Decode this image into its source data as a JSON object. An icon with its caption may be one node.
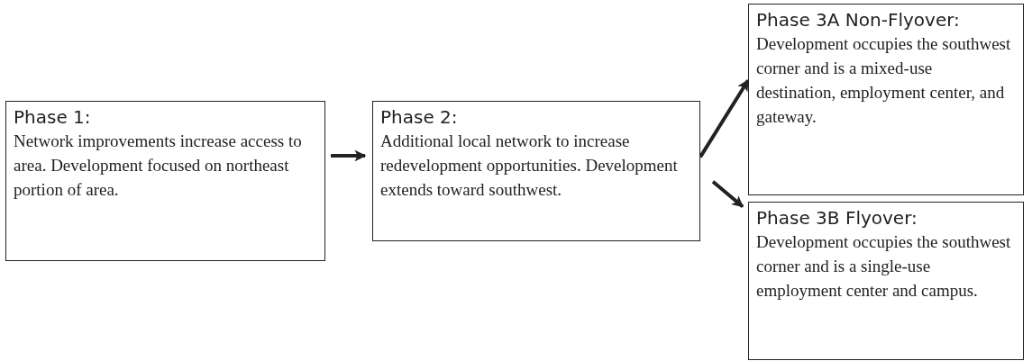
{
  "diagram": {
    "nodes": [
      {
        "text": [
          "Phase 1:",
          "Network improvements increase access to area. Development focused on northeast portion of area."
        ]
      },
      {
        "text": [
          "Phase 2:",
          "Additional local network to increase redevelopment opportunities.  Development extends toward southwest."
        ]
      },
      {
        "text": [
          "Phase 3A Non-Flyover:",
          "Development occupies the southwest corner and is a mixed-use destination, employment center, and gateway."
        ]
      },
      {
        "text": [
          "Phase 3B Flyover:",
          "Development occupies the southwest corner and is a single-use employment center and campus."
        ]
      }
    ],
    "edges": [
      {
        "from": 0,
        "to": 1,
        "arrow": "to"
      },
      {
        "from": 1,
        "to": 2,
        "arrow": "to"
      },
      {
        "from": 1,
        "to": 3,
        "arrow": "to"
      }
    ]
  }
}
